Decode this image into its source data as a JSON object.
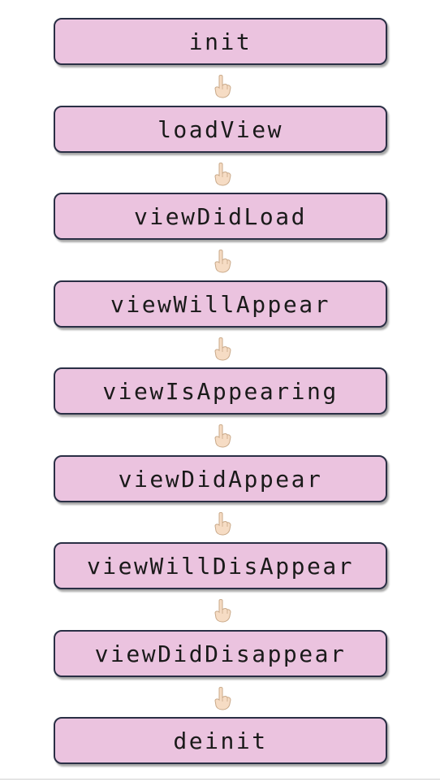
{
  "colors": {
    "box_fill": "#ebc3df",
    "box_border": "#2a2f45",
    "pointer_skin": "#f6dcc4",
    "pointer_outline": "#c9a989"
  },
  "connector_icon": "pointing-down-hand-icon",
  "steps": [
    {
      "label": "init"
    },
    {
      "label": "loadView"
    },
    {
      "label": "viewDidLoad"
    },
    {
      "label": "viewWillAppear"
    },
    {
      "label": "viewIsAppearing"
    },
    {
      "label": "viewDidAppear"
    },
    {
      "label": "viewWillDisAppear"
    },
    {
      "label": "viewDidDisappear"
    },
    {
      "label": "deinit"
    }
  ]
}
